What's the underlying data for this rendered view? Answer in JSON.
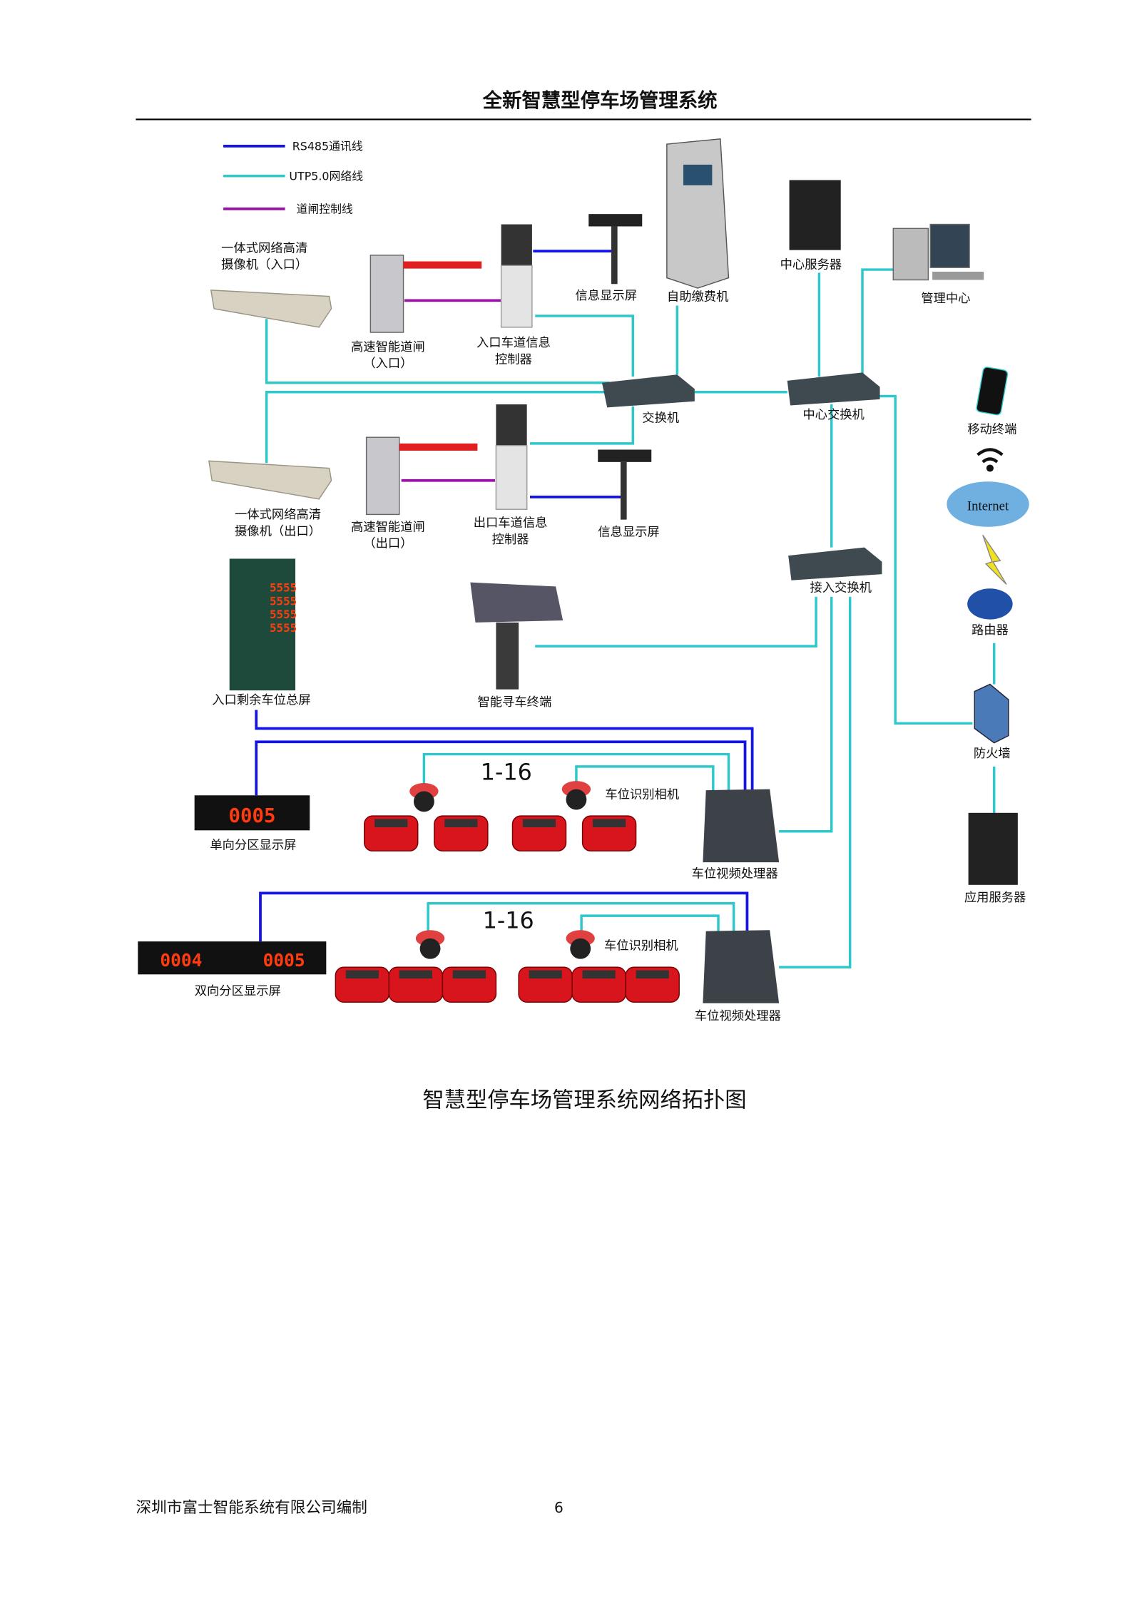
{
  "header": {
    "title": "全新智慧型停车场管理系统"
  },
  "legend": [
    {
      "label": "RS485通讯线",
      "color": "#1414e6"
    },
    {
      "label": "UTP5.0网络线",
      "color": "#2ec8cc"
    },
    {
      "label": "道闸控制线",
      "color": "#9a10a8"
    }
  ],
  "devices": {
    "camera_in": [
      "一体式网络高清",
      "摄像机（入口）"
    ],
    "gate_in": [
      "高速智能道闸",
      "（入口）"
    ],
    "controller_in": [
      "入口车道信息",
      "控制器"
    ],
    "display_in": "信息显示屏",
    "kiosk": "自助缴费机",
    "center_server": "中心服务器",
    "management": "管理中心",
    "switch": "交换机",
    "center_switch": "中心交换机",
    "mobile": "移动终端",
    "internet": "Internet",
    "router": "路由器",
    "firewall": "防火墙",
    "app_server": "应用服务器",
    "camera_out": [
      "一体式网络高清",
      "摄像机（出口）"
    ],
    "gate_out": [
      "高速智能道闸",
      "（出口）"
    ],
    "controller_out": [
      "出口车道信息",
      "控制器"
    ],
    "display_out": "信息显示屏",
    "access_switch": "接入交换机",
    "total_screen": "入口剩余车位总屏",
    "total_screen_values": [
      "5555",
      "5555",
      "5555",
      "5555"
    ],
    "finder": "智能寻车终端"
  },
  "zone1": {
    "range": "1-16",
    "camera": "车位识别相机",
    "processor": "车位视频处理器",
    "display": "单向分区显示屏",
    "display_value": "0005"
  },
  "zone2": {
    "range": "1-16",
    "camera": "车位识别相机",
    "processor": "车位视频处理器",
    "display": "双向分区显示屏",
    "display_left": "0004",
    "display_right": "0005"
  },
  "caption": "智慧型停车场管理系统网络拓扑图",
  "footer": {
    "company": "深圳市富士智能系统有限公司编制",
    "page": "6"
  }
}
